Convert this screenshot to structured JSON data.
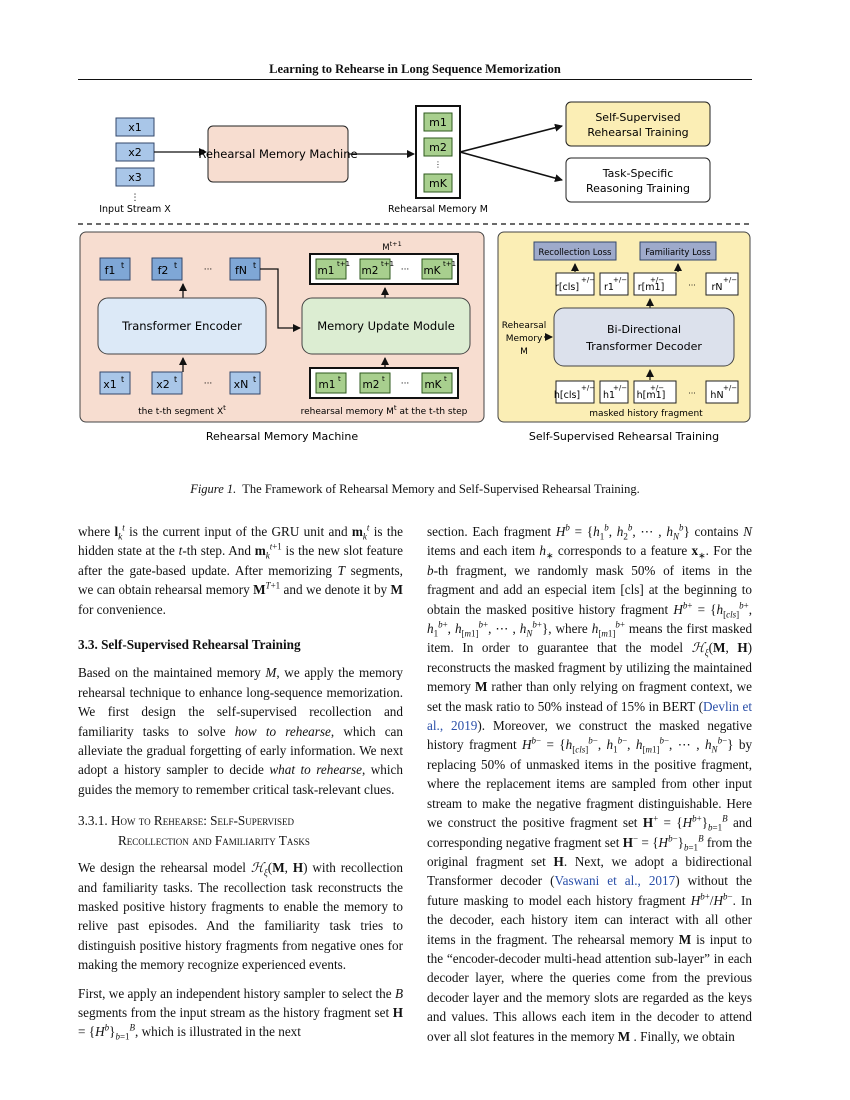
{
  "header": {
    "running_title": "Learning to Rehearse in Long Sequence Memorization"
  },
  "figure": {
    "top": {
      "inputs": [
        "x1",
        "x2",
        "x3"
      ],
      "input_stream_label": "Input Stream X",
      "machine_label": "Rehearsal Memory Machine",
      "memory_slots": [
        "m1",
        "m2",
        "mK"
      ],
      "memory_label": "Rehearsal Memory M",
      "ssrt_label_1": "Self-Supervised",
      "ssrt_label_2": "Rehearsal Training",
      "task_label_1": "Task-Specific",
      "task_label_2": "Reasoning Training"
    },
    "left_panel": {
      "features": [
        "f1",
        "f2",
        "fN"
      ],
      "feature_sup": "t",
      "encoder_label": "Transformer Encoder",
      "segments": [
        "x1",
        "x2",
        "xN"
      ],
      "segment_sup": "t",
      "segment_caption": "the t-th segment X",
      "mem_top_label": "M",
      "mem_top_sup": "t+1",
      "mem_top": [
        "m1",
        "m2",
        "mK"
      ],
      "mem_top_slot_sup": "t+1",
      "update_label": "Memory Update Module",
      "mem_bottom": [
        "m1",
        "m2",
        "mK"
      ],
      "mem_bottom_slot_sup": "t",
      "mem_caption": "rehearsal memory M",
      "mem_caption_rest": " at the t-th step",
      "panel_title": "Rehearsal Memory Machine"
    },
    "right_panel": {
      "recollection_loss": "Recollection Loss",
      "familiarity_loss": "Familiarity Loss",
      "outputs": [
        "r[cls]",
        "r1",
        "r[m1]",
        "rN"
      ],
      "pm": "+/−",
      "memory_input_1": "Rehearsal",
      "memory_input_2": "Memory",
      "memory_input_3": "M",
      "decoder_label_1": "Bi-Directional",
      "decoder_label_2": "Transformer Decoder",
      "inputs": [
        "h[cls]",
        "h1",
        "h[m1]",
        "hN"
      ],
      "fragment_caption": "masked history fragment",
      "panel_title": "Self-Supervised Rehearsal Training"
    },
    "ellipsis": "···",
    "vdots": "⋮"
  },
  "caption": {
    "label": "Figure 1.",
    "text": "The Framework of Rehearsal Memory and Self-Supervised Rehearsal Training."
  },
  "section": {
    "heading": "3.3. Self-Supervised Rehearsal Training",
    "subheading_1": "3.3.1. How to Rehearse: Self-Supervised",
    "subheading_2": "Recollection and Familiarity Tasks"
  },
  "citations": {
    "devlin": "Devlin et al., 2019",
    "vaswani": "Vaswani et al., 2017"
  }
}
